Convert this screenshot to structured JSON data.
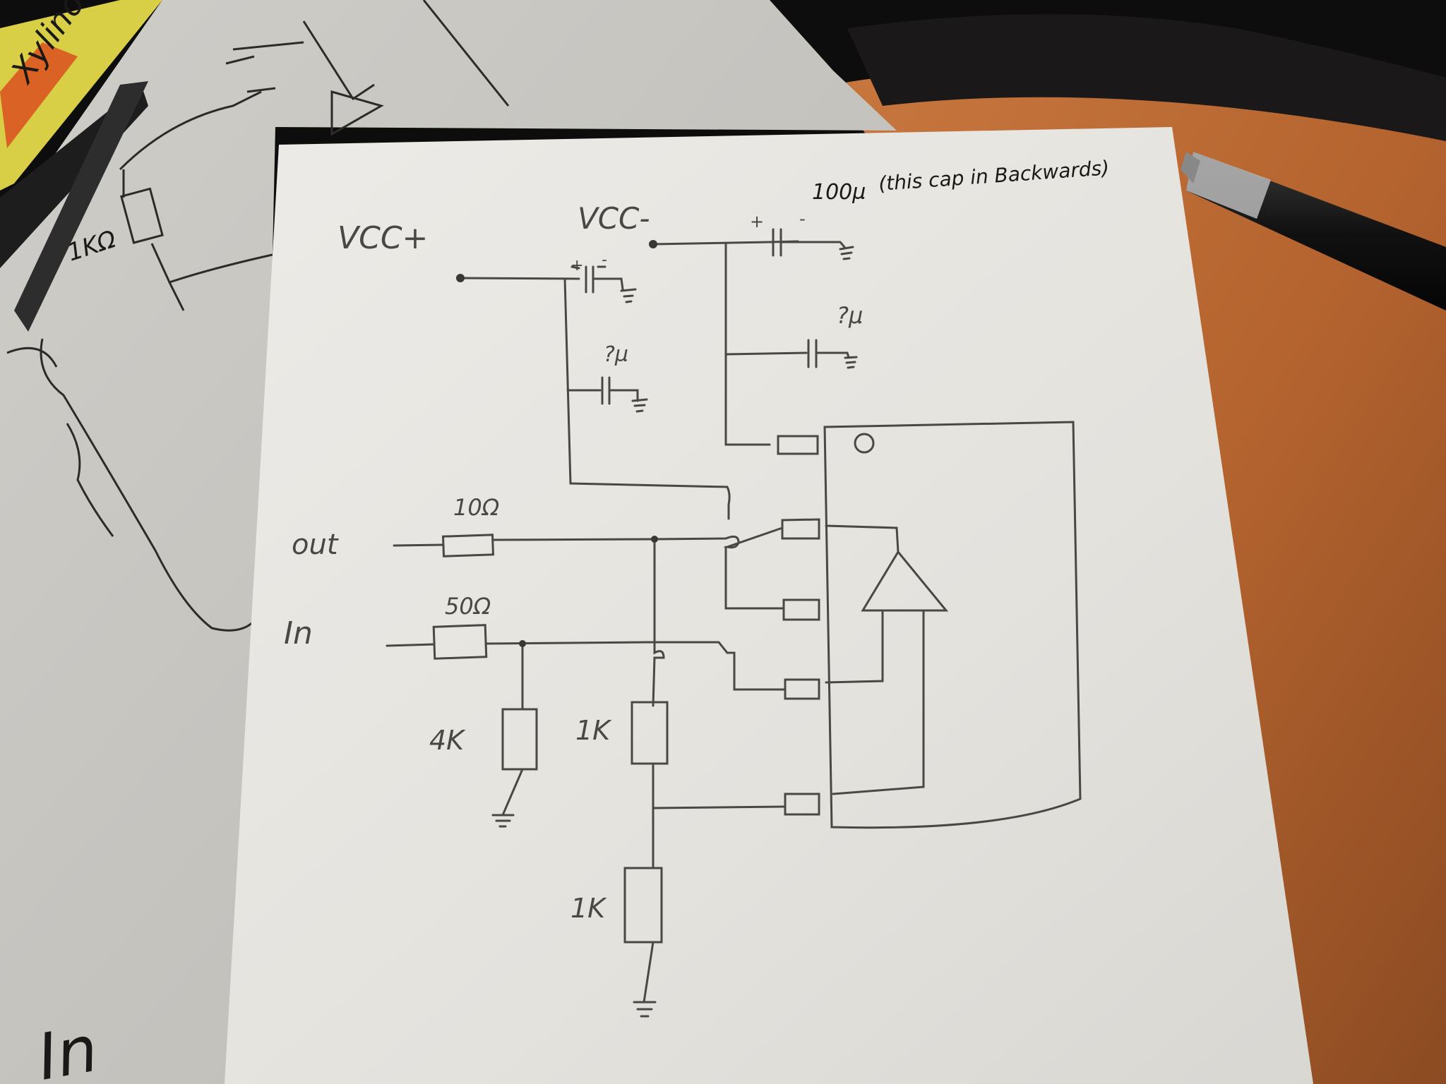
{
  "schematic": {
    "vcc_plus": "VCC+",
    "vcc_minus": "VCC-",
    "cap_main_value": "100µ",
    "cap_note": "(this cap in Backwards)",
    "cap_unknown_1": "?µ",
    "cap_unknown_2": "?µ",
    "cap_plus_sign": "+",
    "cap_minus_sign": "-",
    "out_label": "out",
    "in_label": "In",
    "r_out_value": "10Ω",
    "r_in_value": "50Ω",
    "r_pulldown_value": "4K",
    "r_feedback_value": "1K",
    "r_ground_value": "1K"
  },
  "background_sheet": {
    "resistor_value": "1KΩ",
    "corner_text": "In",
    "marker_text": "Xylino"
  },
  "colors": {
    "paper": "#e7e5e0",
    "pencil": "#4a4844",
    "pen_ink": "#1a1918",
    "desk_wood": "#b5642f",
    "marker_yellow": "#d9cf4a"
  }
}
